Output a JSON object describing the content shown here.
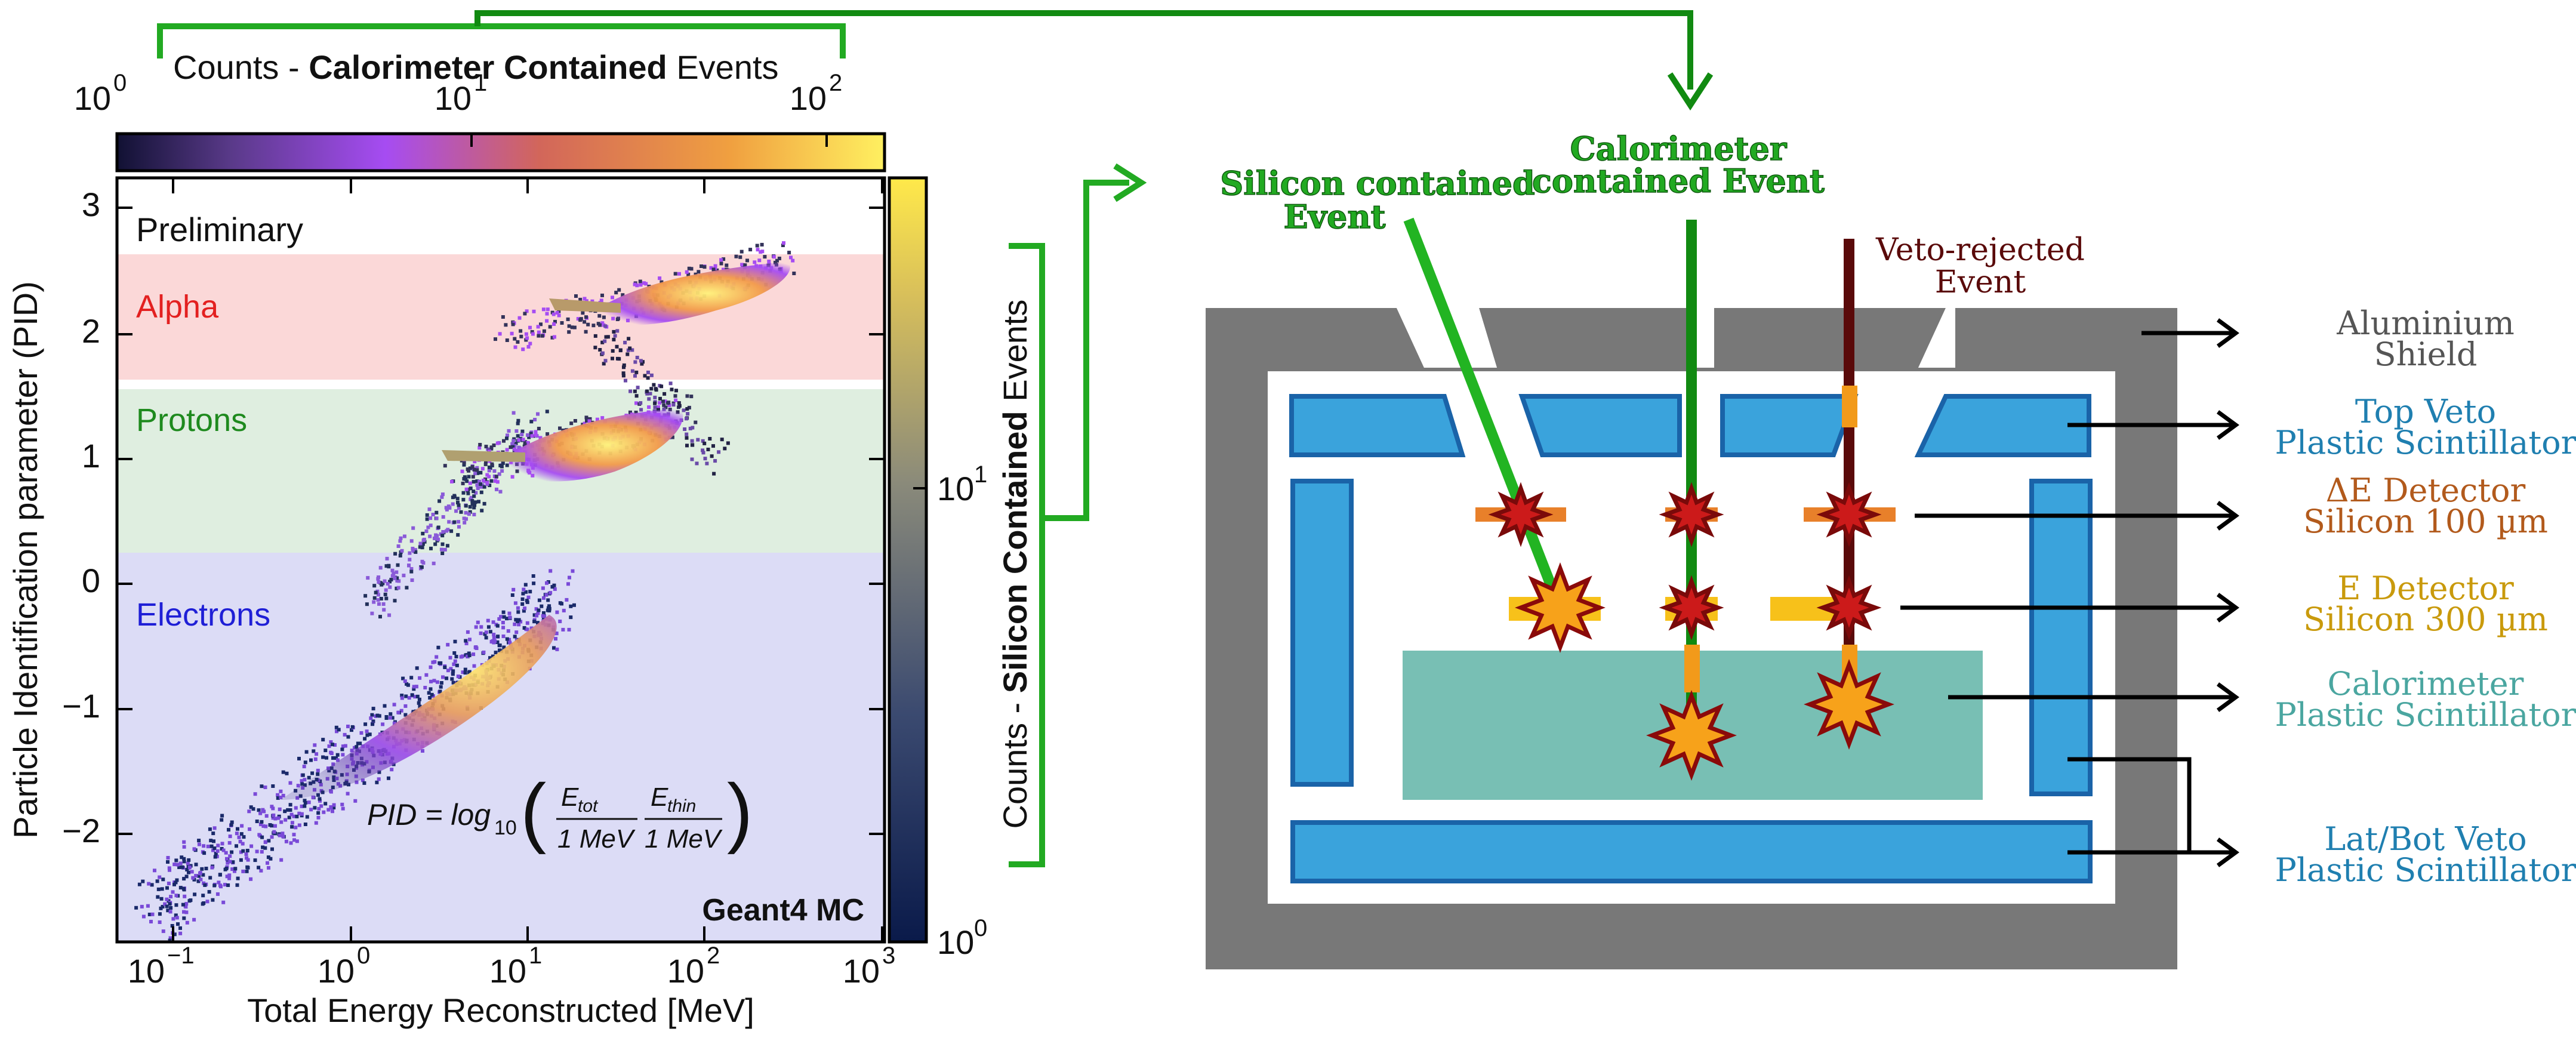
{
  "colorbar_top": {
    "label_pre": "Counts - ",
    "label_bold": "Calorimeter Contained",
    "label_post": " Events",
    "ticks": [
      "10",
      "10",
      "10"
    ],
    "tick_exps": [
      "0",
      "1",
      "2"
    ]
  },
  "colorbar_right": {
    "label_pre": "Counts - ",
    "label_bold": "Silicon Contained",
    "label_post": " Events",
    "ticks": [
      "10",
      "10"
    ],
    "tick_exps": [
      "1",
      "0"
    ]
  },
  "plot": {
    "ylabel": "Particle Identification parameter (PID)",
    "xlabel": "Total Energy Reconstructed [MeV]",
    "yticks": [
      "3",
      "2",
      "1",
      "0",
      "−1",
      "−2"
    ],
    "xticks": [
      "10",
      "10",
      "10",
      "10",
      "10"
    ],
    "xtick_exps": [
      "−1",
      "0",
      "1",
      "2",
      "3"
    ],
    "preliminary": "Preliminary",
    "regions": [
      "Alpha",
      "Protons",
      "Electrons"
    ],
    "region_colors": [
      "#e32020",
      "#1e8a1e",
      "#1f1fd6"
    ],
    "formula": {
      "lhs": "PID = log",
      "sub": "10",
      "num1": "E",
      "num1_sub": "tot",
      "den1": "1 MeV",
      "num2": "E",
      "num2_sub": "thin",
      "den2": "1 MeV"
    },
    "mc_label": "Geant4 MC"
  },
  "diagram": {
    "event_silicon": [
      "Silicon contained",
      "Event"
    ],
    "event_calorimeter": [
      "Calorimeter",
      "contained Event"
    ],
    "event_veto": [
      "Veto-rejected",
      "Event"
    ],
    "labels": [
      {
        "lines": [
          "Aluminium",
          "Shield"
        ],
        "color": "#555555"
      },
      {
        "lines": [
          "Top Veto",
          "Plastic Scintillator"
        ],
        "color": "#1f7fb0"
      },
      {
        "lines": [
          "ΔE Detector",
          "Silicon 100 µm"
        ],
        "color": "#b25a1c"
      },
      {
        "lines": [
          "E Detector",
          "Silicon 300 µm"
        ],
        "color": "#c99a0c"
      },
      {
        "lines": [
          "Calorimeter",
          "Plastic Scintillator"
        ],
        "color": "#4aa6a0"
      },
      {
        "lines": [
          "Lat/Bot Veto",
          "Plastic Scintillator"
        ],
        "color": "#1f7fb0"
      }
    ],
    "colors": {
      "shield": "#787878",
      "veto": "#3aa3dc",
      "veto_border": "#1a63a8",
      "calorimeter": "#78bfb4",
      "silicon_track": "#22b422",
      "calorimeter_track": "#118a11",
      "veto_track": "#5a0a0a",
      "bracket": "#22aa22"
    }
  }
}
